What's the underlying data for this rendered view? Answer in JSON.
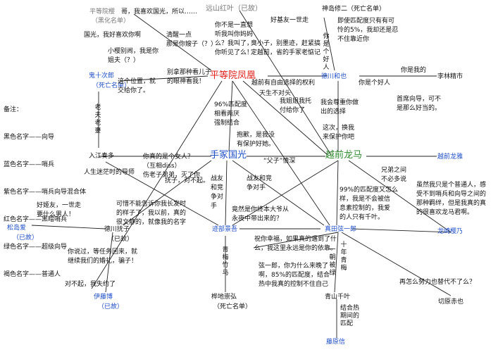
{
  "legend": {
    "title": "备注：",
    "items": [
      "黑色名字——向导",
      "蓝色名字——哨兵",
      "紫色名字——哨兵向导混合体",
      "红色名字——黑暗哨兵",
      "绿色名字——超级向导",
      "褐色名字——普通人"
    ]
  },
  "nodes": {
    "ping_yuanying": {
      "name": "平等院樱",
      "tag": "（黑化名单）"
    },
    "yuanshan": {
      "name": "远山红叶（已故）"
    },
    "shenzhuo": {
      "name": "神岛修二（死亡名单）"
    },
    "fenghuang": {
      "name": "平等院凤凰"
    },
    "guishi": {
      "name": "鬼十次郎",
      "tag": "（死亡名单）"
    },
    "haiyuan": {
      "name": "德川和也"
    },
    "lilin": {
      "name": "李林精市"
    },
    "shouzhong": {
      "name": "手冢国光"
    },
    "yueqian": {
      "name": "越前龙马"
    },
    "longwei": {
      "name": "越前龙雅"
    },
    "rujiang": {
      "name": "入江奏多"
    },
    "songdao": {
      "name": "松岛爱",
      "tag": "（已故）"
    },
    "derchuan": {
      "name": "德川抚子",
      "tag": "（已故）"
    },
    "tugan": {
      "name": "迹部景吾"
    },
    "zhenshan": {
      "name": "真田弦一郎"
    },
    "qiantian": {
      "name": "龙崎樱乃"
    },
    "yisheng": {
      "name": "伊藤博",
      "tag": "（已故）"
    },
    "cuidi": {
      "name": "桦地崇弘",
      "tag": "（死亡名单）"
    },
    "qingshan": {
      "name": "青山千叶"
    },
    "tengyuan": {
      "name": "藤原信"
    },
    "qietuan": {
      "name": "切原赤也"
    }
  },
  "quotes": {
    "q01": "哥，我喜欢国光，所以……",
    "q02": "国光，我好喜欢你啊",
    "q03": "小樱别闹，我是你\n姐夫（？）",
    "q04": "清醒一点\n那是你嫂子（？）",
    "q05": "你不是一直想\n听我叫你妈妈\n么？我叫了，\n你听见了么！",
    "q06": "好基友一世走",
    "q07": "即使匹配度只有有可\n怜的5%，我却还是忍\n不住靠近你",
    "q08": "你\n是\n个\n好\n人",
    "q09": "臭小子，别墨迹，赶紧搞\n定越前，省的手冢老惦记",
    "q10": "你是我的",
    "q11": "你是个好人",
    "q12": "越前有自由选择的权利",
    "q13": "首席向导，可不\n是那么好当的。",
    "q14": "别拿那种看儿子\n的眼神看我！",
    "q15": "这个位置，就\n交给你了。",
    "q16": "老\n夫\n老\n妻",
    "q17": "天生不对头",
    "q18": "96%匹配度\n相看两厌\n强制结合",
    "q19": "我姐姐我托\n付给你了",
    "q20": "我会尊重你做\n出的选择",
    "q21": "这次，换我\n来保护你吧",
    "q22": "抱歉，是我没\n有保护好她。",
    "q23": "你真的是个女人？\n（互相diss）\n伤老子弟弟，灭了你",
    "q24": "“父子”情深",
    "q25": "兄弟之间\n不必多说",
    "q26": "人生迷茫时的导师",
    "q27": "抚子，对不起。",
    "q28": "战友\n和竞\n争对\n手",
    "q29": "战友和竞\n争对手",
    "q30": "虽然我只是个普通人，感\n受不到哨兵和向导之间的\n那种羁绊，但是我真的真\n的很喜欢龙马君啊。",
    "q31": "99%的匹配度又怎么\n样，我是不会被信\n息素控制的，我爱\n的人只有千叶。",
    "q32": "可惜不能告诉你我长发时\n的样子了，我以前，真的\n很文静的，就像我的名字",
    "q33": "竟然是你终本大爷从\n永夜中带出来的？",
    "q34": "好姬友，一世走\n要什么男人！",
    "q35": "青\n梅\n竹\n马",
    "q36": "祝你幸福，如果真的遇到了什\n么，我这里永远是你的依靠。",
    "q37": "一\n朝\n被\n绿",
    "q38": "十\n年\n青\n梅",
    "q39": "你说过，等任务回来，就\n继续我们的婚礼，骗子！",
    "q40": "对不起，我失约了",
    "q41": "弦一郎，你为什么来晚了\n啊，85%的匹配度，结合\n热中我真的控制不住自己",
    "q42": "再怎么努力也替代不了么？",
    "q43": "结合热\n期间的\n匹配"
  }
}
